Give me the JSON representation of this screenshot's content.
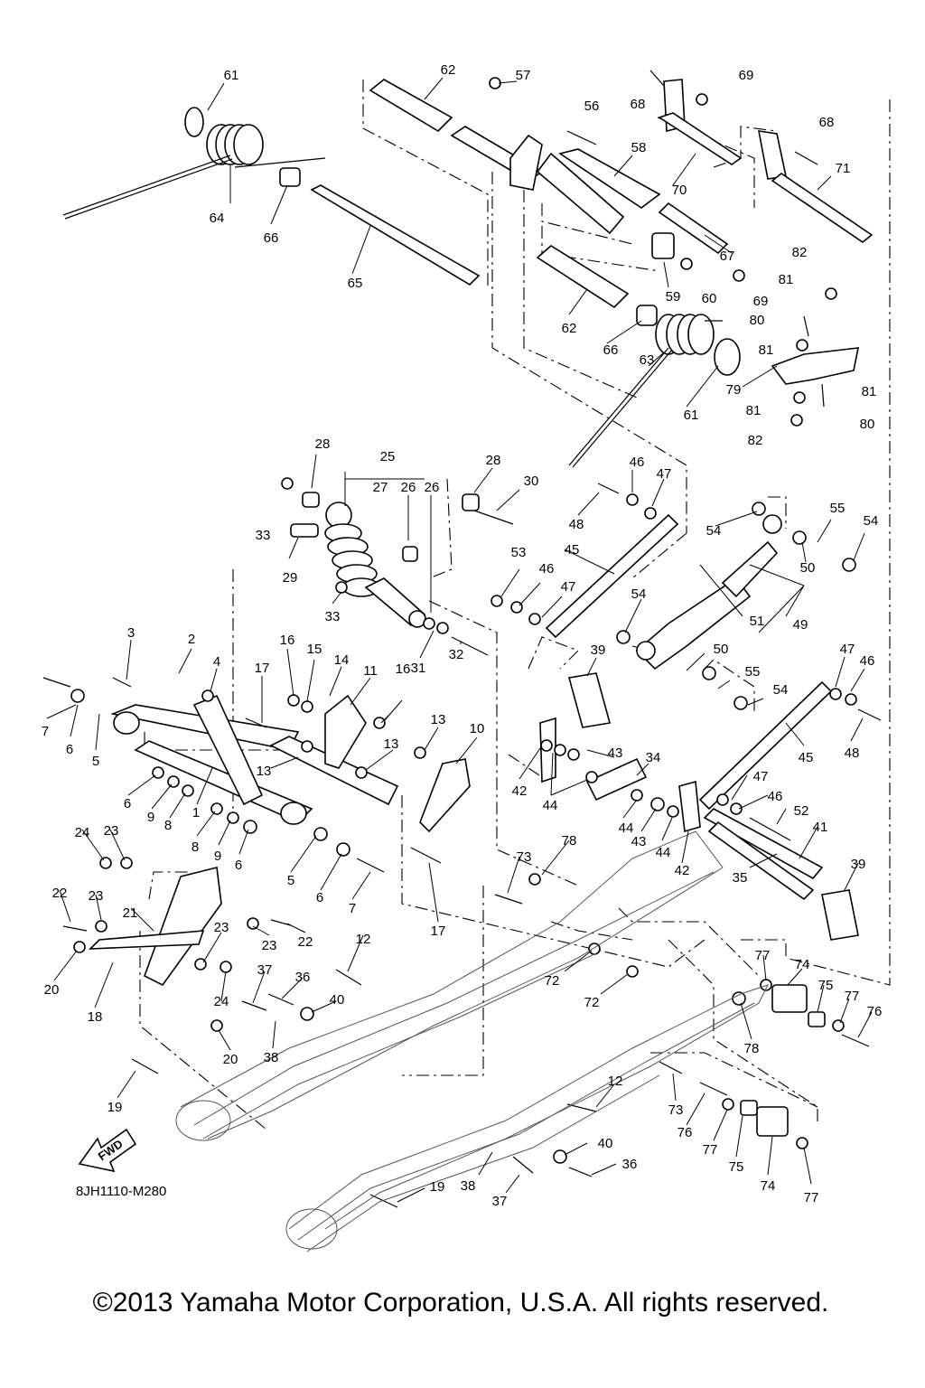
{
  "diagram": {
    "code": "8JH1110-M280",
    "copyright": "©2013 Yamaha Motor Corporation, U.S.A. All rights reserved.",
    "fwd_label": "FWD"
  },
  "labels": [
    {
      "text": "61"
    },
    {
      "text": "62"
    },
    {
      "text": "57"
    },
    {
      "text": "68"
    },
    {
      "text": "69"
    },
    {
      "text": "56"
    },
    {
      "text": "58"
    },
    {
      "text": "68"
    },
    {
      "text": "71"
    },
    {
      "text": "70"
    },
    {
      "text": "64"
    },
    {
      "text": "66"
    },
    {
      "text": "65"
    },
    {
      "text": "67"
    },
    {
      "text": "59"
    },
    {
      "text": "60"
    },
    {
      "text": "69"
    },
    {
      "text": "82"
    },
    {
      "text": "81"
    },
    {
      "text": "80"
    },
    {
      "text": "62"
    },
    {
      "text": "66"
    },
    {
      "text": "63"
    },
    {
      "text": "81"
    },
    {
      "text": "79"
    },
    {
      "text": "81"
    },
    {
      "text": "61"
    },
    {
      "text": "81"
    },
    {
      "text": "80"
    },
    {
      "text": "82"
    },
    {
      "text": "28"
    },
    {
      "text": "25"
    },
    {
      "text": "27"
    },
    {
      "text": "26"
    },
    {
      "text": "26"
    },
    {
      "text": "28"
    },
    {
      "text": "30"
    },
    {
      "text": "46"
    },
    {
      "text": "47"
    },
    {
      "text": "48"
    },
    {
      "text": "33"
    },
    {
      "text": "29"
    },
    {
      "text": "55"
    },
    {
      "text": "54"
    },
    {
      "text": "54"
    },
    {
      "text": "53"
    },
    {
      "text": "46"
    },
    {
      "text": "47"
    },
    {
      "text": "45"
    },
    {
      "text": "50"
    },
    {
      "text": "33"
    },
    {
      "text": "54"
    },
    {
      "text": "51"
    },
    {
      "text": "49"
    },
    {
      "text": "3"
    },
    {
      "text": "2"
    },
    {
      "text": "4"
    },
    {
      "text": "16"
    },
    {
      "text": "15"
    },
    {
      "text": "14"
    },
    {
      "text": "11"
    },
    {
      "text": "17"
    },
    {
      "text": "31"
    },
    {
      "text": "32"
    },
    {
      "text": "39"
    },
    {
      "text": "50"
    },
    {
      "text": "47"
    },
    {
      "text": "46"
    },
    {
      "text": "55"
    },
    {
      "text": "54"
    },
    {
      "text": "7"
    },
    {
      "text": "6"
    },
    {
      "text": "5"
    },
    {
      "text": "16"
    },
    {
      "text": "13"
    },
    {
      "text": "13"
    },
    {
      "text": "10"
    },
    {
      "text": "13"
    },
    {
      "text": "43"
    },
    {
      "text": "34"
    },
    {
      "text": "48"
    },
    {
      "text": "45"
    },
    {
      "text": "6"
    },
    {
      "text": "9"
    },
    {
      "text": "8"
    },
    {
      "text": "1"
    },
    {
      "text": "42"
    },
    {
      "text": "44"
    },
    {
      "text": "47"
    },
    {
      "text": "46"
    },
    {
      "text": "8"
    },
    {
      "text": "9"
    },
    {
      "text": "6"
    },
    {
      "text": "44"
    },
    {
      "text": "43"
    },
    {
      "text": "44"
    },
    {
      "text": "52"
    },
    {
      "text": "41"
    },
    {
      "text": "24"
    },
    {
      "text": "23"
    },
    {
      "text": "42"
    },
    {
      "text": "35"
    },
    {
      "text": "78"
    },
    {
      "text": "73"
    },
    {
      "text": "39"
    },
    {
      "text": "5"
    },
    {
      "text": "6"
    },
    {
      "text": "7"
    },
    {
      "text": "17"
    },
    {
      "text": "22"
    },
    {
      "text": "23"
    },
    {
      "text": "21"
    },
    {
      "text": "23"
    },
    {
      "text": "22"
    },
    {
      "text": "12"
    },
    {
      "text": "20"
    },
    {
      "text": "23"
    },
    {
      "text": "72"
    },
    {
      "text": "72"
    },
    {
      "text": "77"
    },
    {
      "text": "74"
    },
    {
      "text": "75"
    },
    {
      "text": "77"
    },
    {
      "text": "76"
    },
    {
      "text": "18"
    },
    {
      "text": "37"
    },
    {
      "text": "36"
    },
    {
      "text": "40"
    },
    {
      "text": "24"
    },
    {
      "text": "20"
    },
    {
      "text": "38"
    },
    {
      "text": "78"
    },
    {
      "text": "19"
    },
    {
      "text": "12"
    },
    {
      "text": "73"
    },
    {
      "text": "76"
    },
    {
      "text": "77"
    },
    {
      "text": "75"
    },
    {
      "text": "74"
    },
    {
      "text": "77"
    },
    {
      "text": "40"
    },
    {
      "text": "36"
    },
    {
      "text": "38"
    },
    {
      "text": "37"
    },
    {
      "text": "19"
    }
  ]
}
